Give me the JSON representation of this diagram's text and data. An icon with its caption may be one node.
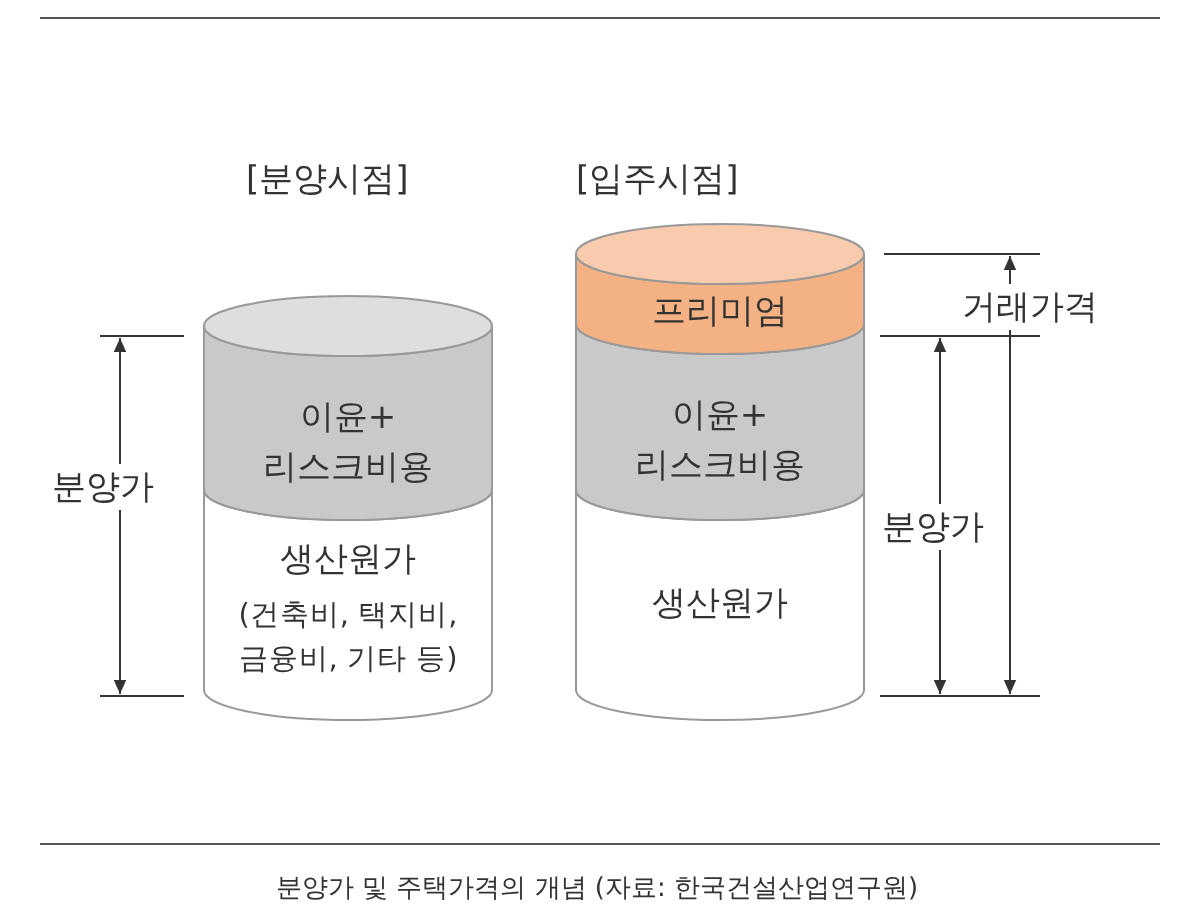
{
  "diagram": {
    "caption": "분양가 및 주택가격의 개념 (자료: 한국건설산업연구원)",
    "nodes": [
      {
        "text": [
          "이윤+ 리스크비용"
        ]
      },
      {
        "text": [
          "생산원가",
          "(건축비, 택지비, 금융비, 기타 등)"
        ]
      },
      {
        "text": [
          "프리미엄"
        ]
      },
      {
        "text": [
          "이윤+ 리스크비용"
        ]
      },
      {
        "text": [
          "생산원가"
        ]
      }
    ],
    "labels": [
      "[분양시점]",
      "[입주시점]",
      "분양가",
      "분양가",
      "거래가격"
    ]
  }
}
